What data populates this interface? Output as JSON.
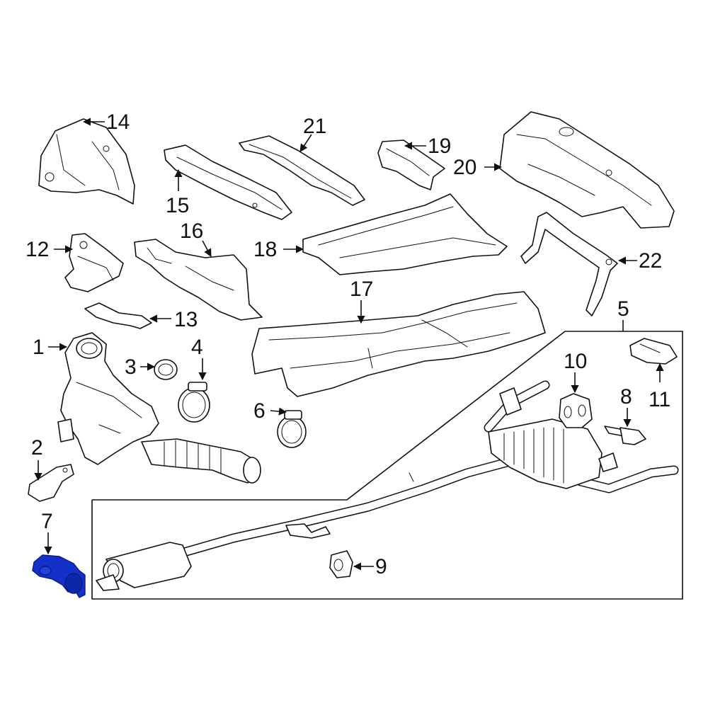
{
  "callouts": {
    "c1": "1",
    "c2": "2",
    "c3": "3",
    "c4": "4",
    "c5": "5",
    "c6": "6",
    "c7": "7",
    "c8": "8",
    "c9": "9",
    "c10": "10",
    "c11": "11",
    "c12": "12",
    "c13": "13",
    "c14": "14",
    "c15": "15",
    "c16": "16",
    "c17": "17",
    "c18": "18",
    "c19": "19",
    "c20": "20",
    "c21": "21",
    "c22": "22"
  },
  "colors": {
    "line": "#111111",
    "highlight": "#1330c8",
    "background": "#ffffff"
  },
  "highlighted_part": "7"
}
